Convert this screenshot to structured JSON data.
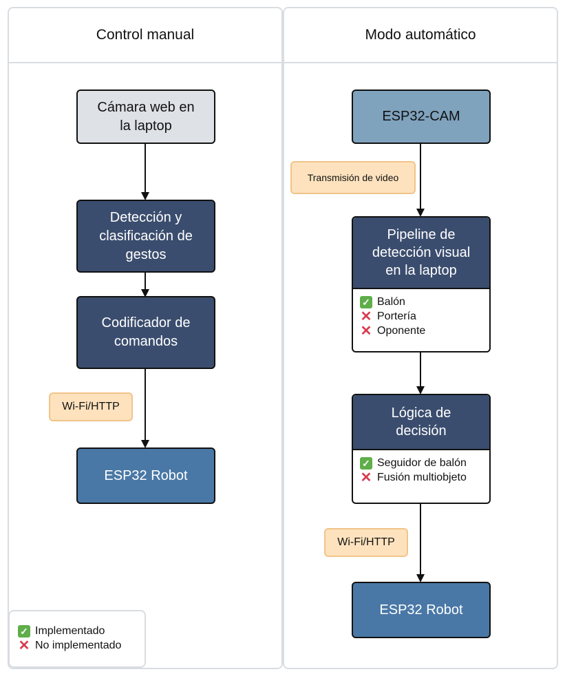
{
  "lanes": {
    "manual": {
      "title": "Control manual",
      "camera": "Cámara web en\nla laptop",
      "detection": "Detección y\nclasificación de\ngestos",
      "encoder": "Codificador de\ncomandos",
      "link_tag": "Wi-Fi/HTTP",
      "robot": "ESP32 Robot"
    },
    "auto": {
      "title": "Modo automático",
      "camera": "ESP32-CAM",
      "stream_tag": "Transmisión de video",
      "pipeline": {
        "title": "Pipeline de\ndetección visual\nen la laptop",
        "items": [
          {
            "label": "Balón",
            "status": "implemented"
          },
          {
            "label": "Portería",
            "status": "not_implemented"
          },
          {
            "label": "Oponente",
            "status": "not_implemented"
          }
        ]
      },
      "logic": {
        "title": "Lógica de\ndecisión",
        "items": [
          {
            "label": "Seguidor de balón",
            "status": "implemented"
          },
          {
            "label": "Fusión multiobjeto",
            "status": "not_implemented"
          }
        ]
      },
      "link_tag": "Wi-Fi/HTTP",
      "robot": "ESP32 Robot"
    }
  },
  "legend": {
    "implemented": "Implementado",
    "not_implemented": "No implementado"
  },
  "colors": {
    "dark_node": "#3b4d6e",
    "robot_node": "#4a78a6",
    "camera_node": "#7fa2bd",
    "tag_fill": "#fde2bd",
    "check": "#5fae4a",
    "cross": "#d83a4e"
  },
  "icons": {
    "implemented": "check-icon",
    "not_implemented": "cross-icon"
  }
}
